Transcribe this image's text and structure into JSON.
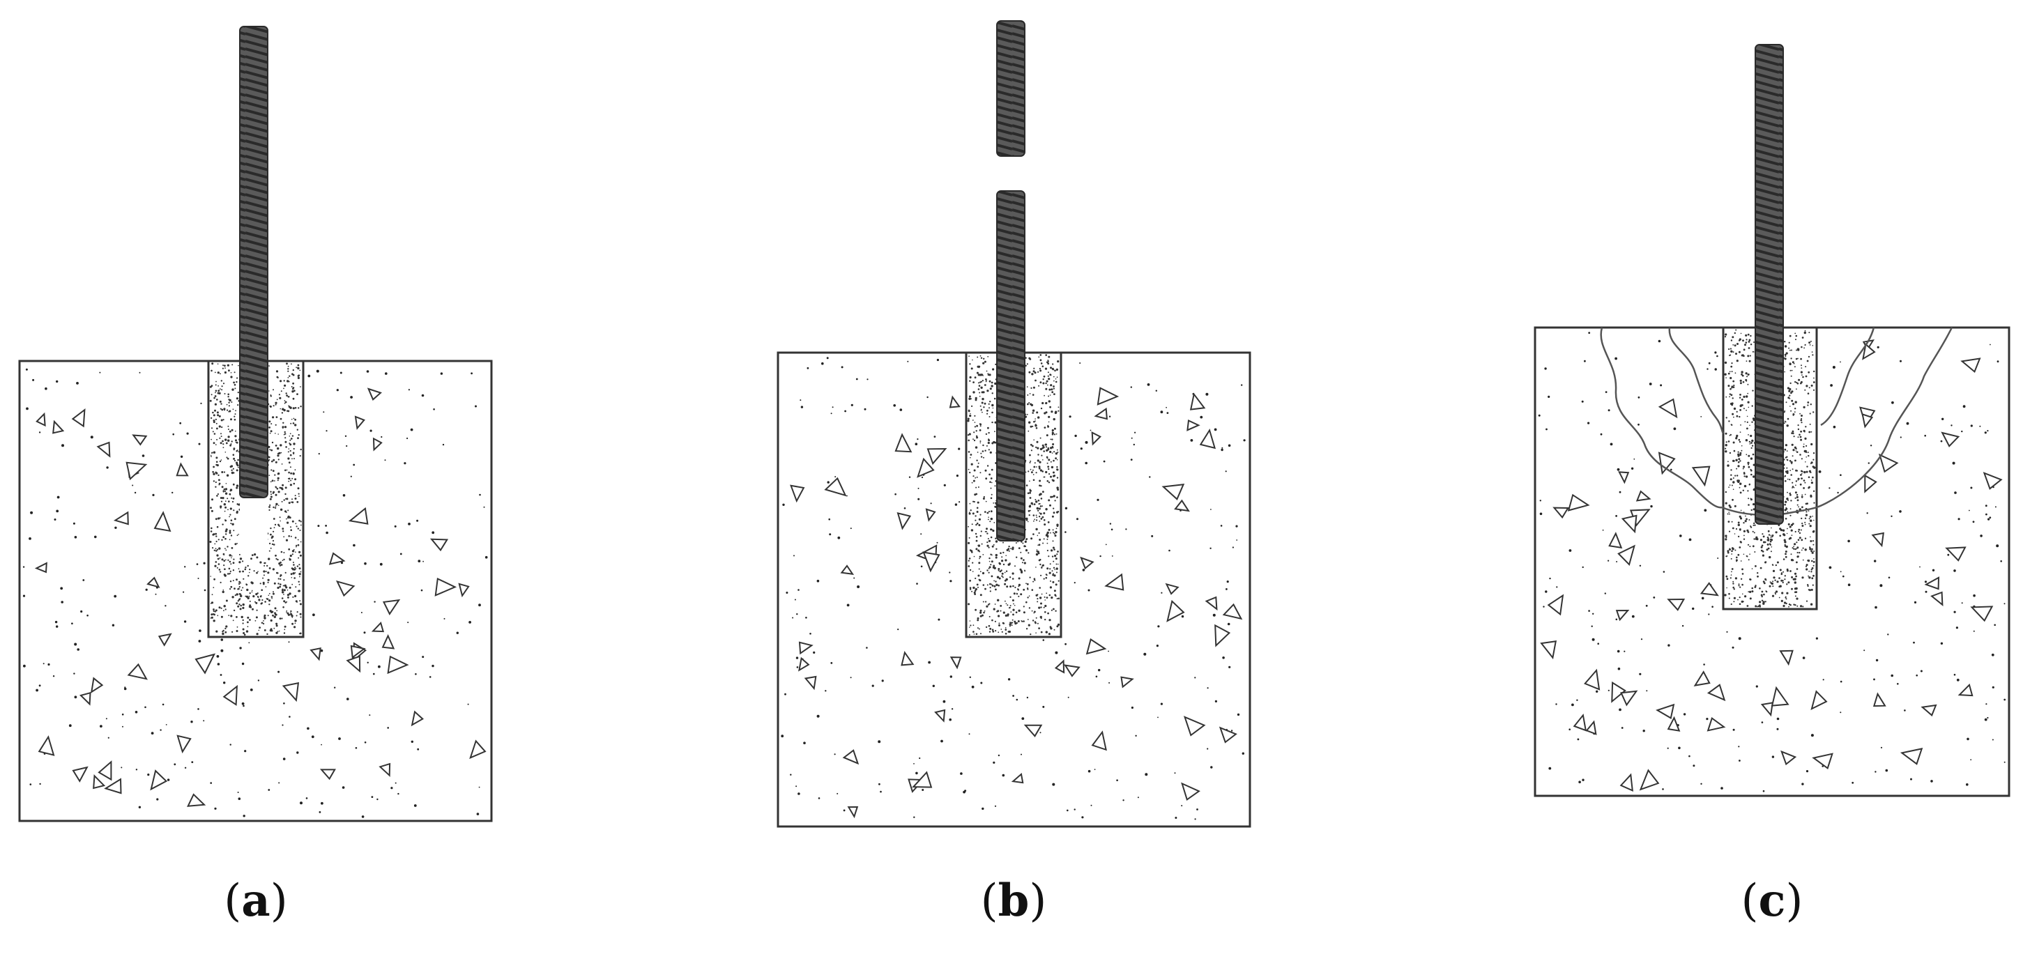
{
  "panels": [
    {
      "id": "a",
      "open": "(",
      "letter": "a",
      "close": ")"
    },
    {
      "id": "b",
      "open": "(",
      "letter": "b",
      "close": ")"
    },
    {
      "id": "c",
      "open": "(",
      "letter": "c",
      "close": ")"
    }
  ],
  "colors": {
    "rebar": "#5a5a5a",
    "rebar_rib": "#2a2a2a",
    "outline": "#333333",
    "speckle": "#222222",
    "crack": "#555555",
    "background": "#ffffff"
  },
  "icons": [
    "rebar",
    "concrete-block",
    "grout-filled-hole",
    "aggregate-triangle",
    "crack-line"
  ]
}
